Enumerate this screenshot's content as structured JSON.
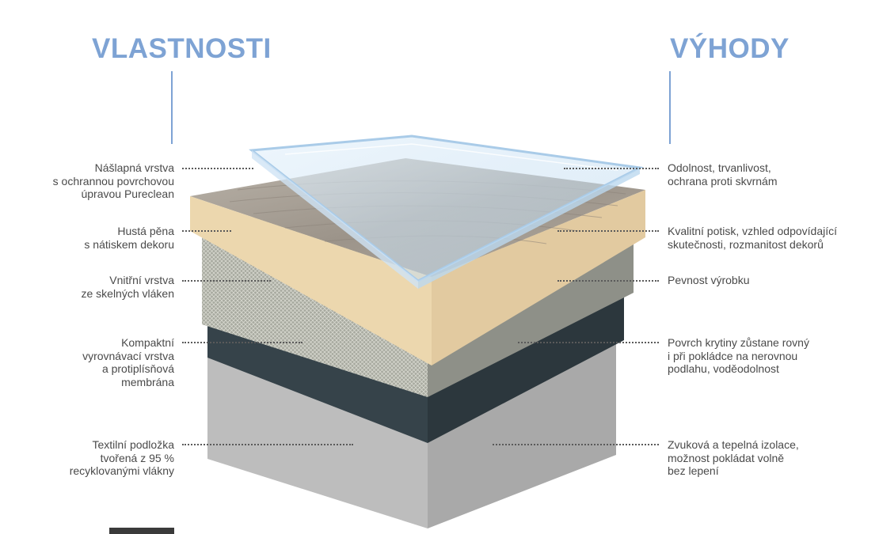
{
  "headings": {
    "left": "VLASTNOSTI",
    "right": "VÝHODY"
  },
  "properties": [
    "Nášlapná vrstva\ns ochrannou povrchovou\núpravou Pureclean",
    "Hustá pěna\ns nátiskem dekoru",
    "Vnitřní vrstva\nze skelných vláken",
    "Kompaktní\nvyrovnávací vrstva\na protiplísňová\nmembrána",
    "Textilní podložka\ntvořená z 95 %\nrecyklovanými vlákny"
  ],
  "benefits": [
    "Odolnost, trvanlivost,\nochrana proti skvrnám",
    "Kvalitní potisk, vzhled odpovídající\nskutečnosti, rozmanitost dekorů",
    "Pevnost výrobku",
    "Povrch krytiny zůstane rovný\ni při pokládce na nerovnou\npodlahu, voděodolnost",
    "Zvuková a tepelná izolace,\nmožnost pokládat volně\nbez lepení"
  ],
  "colors": {
    "heading": "#7ea3d4",
    "accent_line": "#7ea3d4",
    "text": "#4a4a4a",
    "felt": "#c9c9c9",
    "membrane": "#3c4a50",
    "fiberglass": "#9a9d94",
    "foam": "#ecd7ae",
    "decor": "#a49a8e",
    "wear_layer": "#cfe4f5"
  },
  "layer_names": [
    "wear-layer",
    "decor-foam-layer",
    "fiberglass-layer",
    "membrane-layer",
    "felt-backing-layer"
  ]
}
